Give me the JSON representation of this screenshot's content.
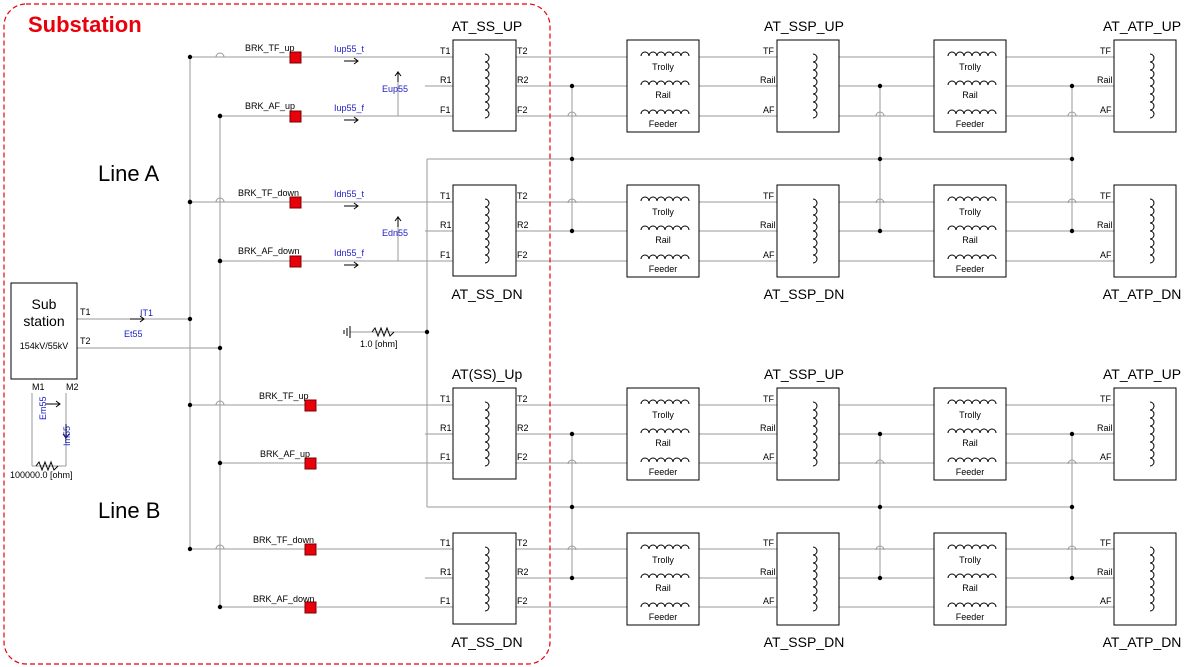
{
  "title": "Substation",
  "line_a_label": "Line A",
  "line_b_label": "Line B",
  "source": {
    "name_line1": "Sub",
    "name_line2": "station",
    "rating": "154kV/55kV",
    "t1": "T1",
    "t2": "T2",
    "m1": "M1",
    "m2": "M2",
    "meter_it": "IT1",
    "meter_et": "Et55",
    "meter_em": "Em55",
    "meter_im": "Im55",
    "ground_res": "100000.0 [ohm]"
  },
  "neutral_res": "1.0 [ohm]",
  "line_a": {
    "breakers": [
      "BRK_TF_up",
      "BRK_AF_up",
      "BRK_TF_down",
      "BRK_AF_down"
    ],
    "currents": [
      "Iup55_t",
      "Iup55_f",
      "Idn55_t",
      "Idn55_f"
    ],
    "voltages": [
      "Eup55",
      "Edn55"
    ],
    "ss_up": "AT_SS_UP",
    "ss_dn": "AT_SS_DN",
    "ssp_up": "AT_SSP_UP",
    "ssp_dn": "AT_SSP_DN",
    "atp_up": "AT_ATP_UP",
    "atp_dn": "AT_ATP_DN"
  },
  "line_b": {
    "breakers": [
      "BRK_TF_up",
      "BRK_AF_up",
      "BRK_TF_down",
      "BRK_AF_down"
    ],
    "ss_up": "AT(SS)_Up",
    "ss_dn": "AT_SS_DN",
    "ssp_up": "AT_SSP_UP",
    "ssp_dn": "AT_SSP_DN",
    "atp_up": "AT_ATP_UP",
    "atp_dn": "AT_ATP_DN"
  },
  "pins": {
    "ss_left": [
      "T1",
      "R1",
      "F1"
    ],
    "ss_right": [
      "T2",
      "R2",
      "F2"
    ],
    "at": [
      "TF",
      "Rail",
      "AF"
    ]
  },
  "line_section_labels": [
    "Trolly",
    "Rail",
    "Feeder"
  ]
}
